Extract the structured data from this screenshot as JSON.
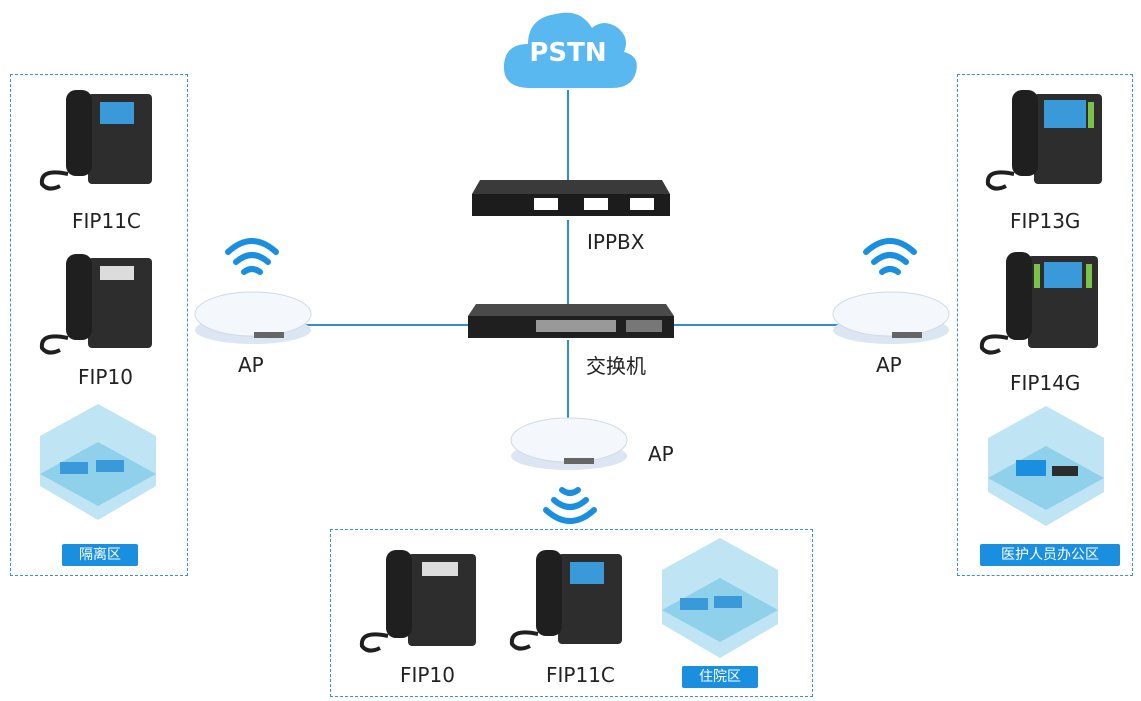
{
  "cloud": {
    "label": "PSTN"
  },
  "ippbx": {
    "label": "IPPBX"
  },
  "switch": {
    "label": "交换机"
  },
  "ap_left": {
    "label": "AP"
  },
  "ap_right": {
    "label": "AP"
  },
  "ap_bottom": {
    "label": "AP"
  },
  "left_zone": {
    "phones": [
      {
        "label": "FIP11C"
      },
      {
        "label": "FIP10"
      }
    ],
    "area_tag": "隔离区"
  },
  "right_zone": {
    "phones": [
      {
        "label": "FIP13G"
      },
      {
        "label": "FIP14G"
      }
    ],
    "area_tag": "医护人员办公区"
  },
  "bottom_zone": {
    "phones": [
      {
        "label": "FIP10"
      },
      {
        "label": "FIP11C"
      }
    ],
    "area_tag": "住院区"
  },
  "colors": {
    "accent": "#1a8fe0",
    "line": "#2e8fd4",
    "cloud": "#5ab8f0"
  }
}
